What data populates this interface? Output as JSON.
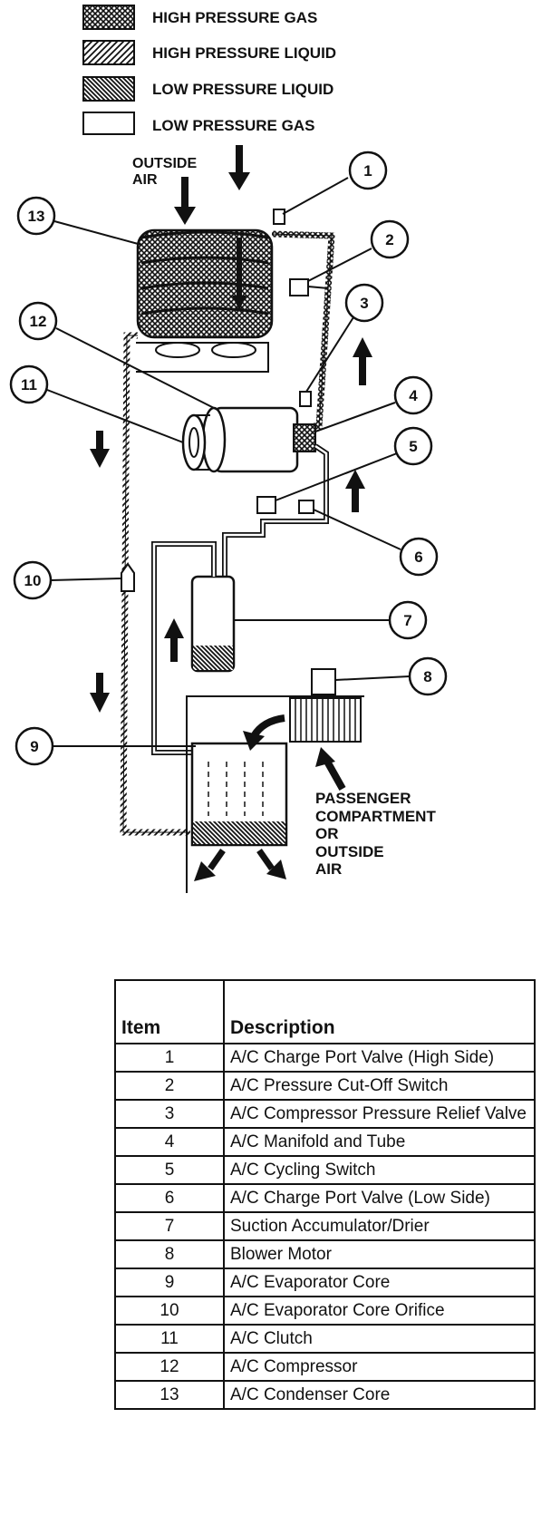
{
  "legend": [
    {
      "pattern": "crosshatch",
      "label": "HIGH PRESSURE GAS"
    },
    {
      "pattern": "diagonal",
      "label": "HIGH PRESSURE LIQUID"
    },
    {
      "pattern": "diagonal-dense",
      "label": "LOW PRESSURE LIQUID"
    },
    {
      "pattern": "blank",
      "label": "LOW PRESSURE GAS"
    }
  ],
  "labels": {
    "outside_air_top_1": "OUTSIDE",
    "outside_air_top_2": "AIR",
    "passenger_1": "PASSENGER",
    "passenger_2": "COMPARTMENT",
    "passenger_3": "OR",
    "passenger_4": "OUTSIDE",
    "passenger_5": "AIR"
  },
  "callouts": [
    "1",
    "2",
    "3",
    "4",
    "5",
    "6",
    "7",
    "8",
    "9",
    "10",
    "11",
    "12",
    "13"
  ],
  "table": {
    "headers": [
      "Item",
      "Description"
    ],
    "rows": [
      {
        "item": "1",
        "desc": "A/C Charge Port Valve (High Side)"
      },
      {
        "item": "2",
        "desc": "A/C Pressure Cut-Off Switch"
      },
      {
        "item": "3",
        "desc": "A/C Compressor Pressure Relief Valve"
      },
      {
        "item": "4",
        "desc": "A/C Manifold and Tube"
      },
      {
        "item": "5",
        "desc": "A/C Cycling Switch"
      },
      {
        "item": "6",
        "desc": "A/C Charge Port Valve (Low Side)"
      },
      {
        "item": "7",
        "desc": "Suction Accumulator/Drier"
      },
      {
        "item": "8",
        "desc": "Blower Motor"
      },
      {
        "item": "9",
        "desc": "A/C Evaporator Core"
      },
      {
        "item": "10",
        "desc": "A/C Evaporator Core Orifice"
      },
      {
        "item": "11",
        "desc": "A/C Clutch"
      },
      {
        "item": "12",
        "desc": "A/C Compressor"
      },
      {
        "item": "13",
        "desc": "A/C Condenser Core"
      }
    ]
  }
}
